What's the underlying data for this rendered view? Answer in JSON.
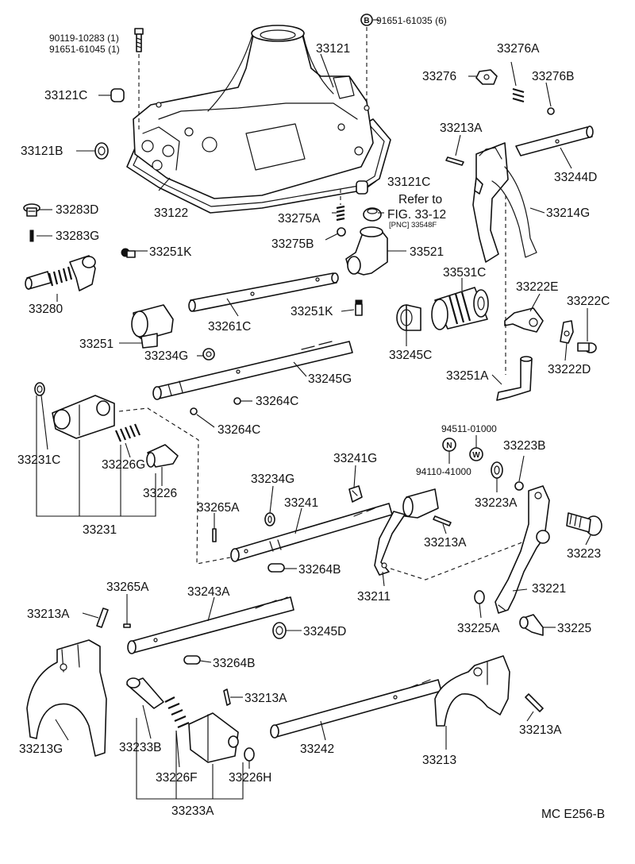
{
  "labels": {
    "p90119": "90119-10283 (1)",
    "p91651_61045": "91651-61045 (1)",
    "p91651_61035": "91651-61035 (6)",
    "p33121": "33121",
    "p33121C_a": "33121C",
    "p33121C_b": "33121C",
    "p33121B": "33121B",
    "p33122": "33122",
    "p33276": "33276",
    "p33276A": "33276A",
    "p33276B": "33276B",
    "p33213A_top": "33213A",
    "p33244D": "33244D",
    "p33214G": "33214G",
    "p33283D": "33283D",
    "p33283G": "33283G",
    "p33275A": "33275A",
    "p33275B": "33275B",
    "p33251K_a": "33251K",
    "p33521": "33521",
    "p33280": "33280",
    "p33531C": "33531C",
    "p33222E": "33222E",
    "p33222C": "33222C",
    "p33261C": "33261C",
    "p33251K_b": "33251K",
    "p33251": "33251",
    "p33234G_a": "33234G",
    "p33245C": "33245C",
    "p33222D": "33222D",
    "p33245G": "33245G",
    "p33251A": "33251A",
    "p33264C_a": "33264C",
    "p33264C_b": "33264C",
    "p33231C": "33231C",
    "p33226G": "33226G",
    "p33226": "33226",
    "p33231": "33231",
    "p94511": "94511-01000",
    "p94110": "94110-41000",
    "p33223B": "33223B",
    "p33241G": "33241G",
    "p33234G_b": "33234G",
    "p33223A": "33223A",
    "p33265A_a": "33265A",
    "p33241": "33241",
    "p33213A_mid": "33213A",
    "p33223": "33223",
    "p33264B_a": "33264B",
    "p33211": "33211",
    "p33221": "33221",
    "p33265A_b": "33265A",
    "p33243A": "33243A",
    "p33213A_left": "33213A",
    "p33245D": "33245D",
    "p33225A": "33225A",
    "p33225": "33225",
    "p33264B_b": "33264B",
    "p33213A_low": "33213A",
    "p33213A_right": "33213A",
    "p33213G": "33213G",
    "p33233B": "33233B",
    "p33242": "33242",
    "p33213": "33213",
    "p33226F": "33226F",
    "p33226H": "33226H",
    "p33233A": "33233A"
  },
  "reference": {
    "refer_to": "Refer to",
    "fig": "FIG. 33-12",
    "pnc": "[PNC] 33548F"
  },
  "symbols": {
    "bolt_symbol": "B",
    "n_symbol": "N",
    "w_symbol": "W"
  },
  "footer": {
    "code": "MC  E256-B"
  }
}
